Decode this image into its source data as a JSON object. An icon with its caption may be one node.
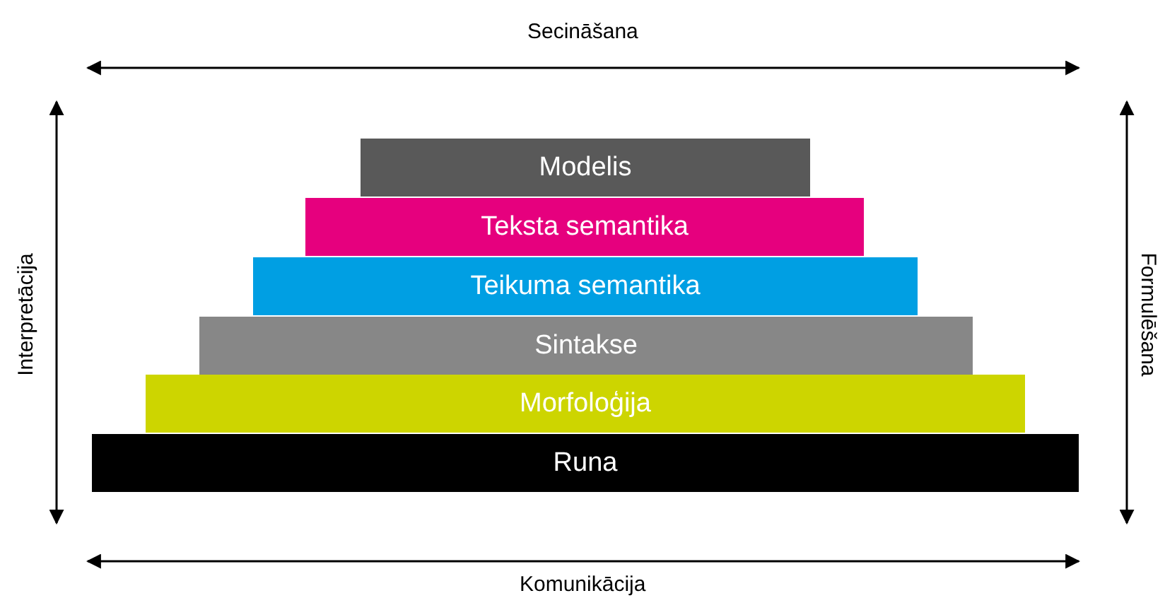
{
  "diagram": {
    "nodes": [
      {
        "text": [
          "Modelis"
        ]
      },
      {
        "text": [
          "Teksta semantika"
        ]
      },
      {
        "text": [
          "Teikuma semantika"
        ]
      },
      {
        "text": [
          "Sintakse"
        ]
      },
      {
        "text": [
          "Morfoloģija"
        ]
      },
      {
        "text": [
          "Runa"
        ]
      }
    ],
    "labels": [
      "Secināšana",
      "Interpretācija",
      "Formulēšana",
      "Komunikācija"
    ]
  }
}
